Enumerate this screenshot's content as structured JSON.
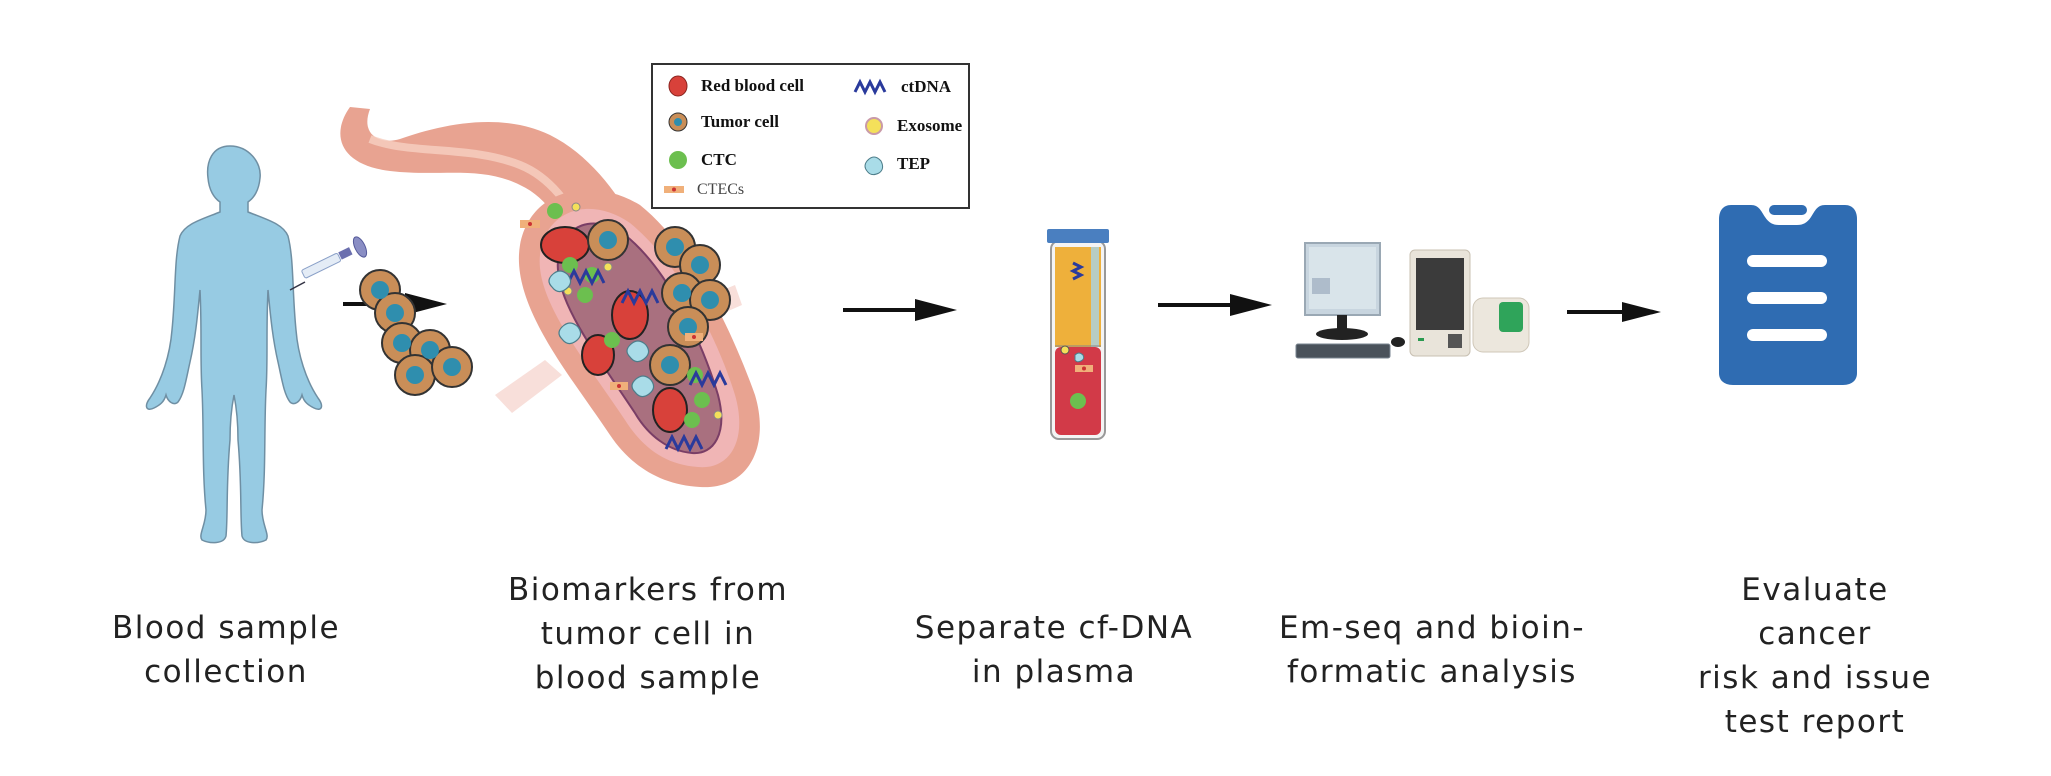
{
  "diagram": {
    "type": "process-flow",
    "steps": [
      {
        "id": "blood-sample",
        "label": "Blood sample\ncollection",
        "icon": "human-figure-syringe-icon"
      },
      {
        "id": "biomarkers",
        "label": "Biomarkers from\ntumor cell in\nblood sample",
        "icon": "blood-vessel-icon"
      },
      {
        "id": "separate",
        "label": "Separate cf-DNA\nin plasma",
        "icon": "test-tube-icon"
      },
      {
        "id": "sequencing",
        "label": "Em-seq and bioin-\nformatic analysis",
        "icon": "sequencer-computer-icon"
      },
      {
        "id": "report",
        "label": "Evaluate cancer\nrisk and issue\ntest report",
        "icon": "clipboard-report-icon"
      }
    ],
    "arrows": 4,
    "legend": {
      "items": [
        {
          "label": "Red blood cell",
          "icon": "red-blood-cell-icon"
        },
        {
          "label": "ctDNA",
          "icon": "ctdna-icon"
        },
        {
          "label": "Tumor cell",
          "icon": "tumor-cell-icon"
        },
        {
          "label": "Exosome",
          "icon": "exosome-icon"
        },
        {
          "label": "CTC",
          "icon": "ctc-icon"
        },
        {
          "label": "TEP",
          "icon": "tep-icon"
        },
        {
          "label": "CTECs",
          "icon": "ctec-icon"
        }
      ]
    },
    "colors": {
      "figure": "#97cbe3",
      "figure_outline": "#6f8fa3",
      "vessel": "#e8a391",
      "vessel_inner": "#a9707f",
      "tumor_cell": "#c98e58",
      "tumor_nucleus": "#2f8eae",
      "red_cell": "#d8413a",
      "ctc": "#6cbf4f",
      "exosome": "#f4e05a",
      "ctdna": "#2a3a9c",
      "tep": "#a9dce8",
      "tube_plasma": "#eeb03b",
      "tube_blood": "#d23a48",
      "tube_cap": "#4a7fc0",
      "clipboard": "#2f6cb2",
      "text": "#222222",
      "arrow": "#111111"
    }
  }
}
